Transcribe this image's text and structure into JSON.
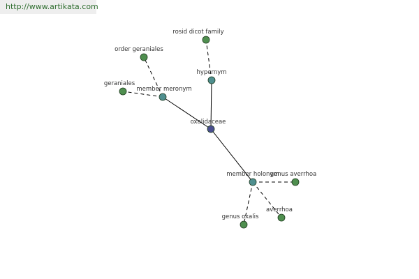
{
  "watermark": {
    "url_text": "http://www.artikata.com"
  },
  "colors": {
    "center_node": "#4a4f8f",
    "relation_node": "#4f8f8f",
    "leaf_node": "#4f8f4f"
  },
  "graph": {
    "center": {
      "id": "oxalidaceae",
      "label": "oxalidaceae",
      "kind": "center"
    },
    "relations": [
      {
        "id": "member-meronym",
        "label": "member meronym",
        "kind": "relation"
      },
      {
        "id": "hypernym",
        "label": "hypernym",
        "kind": "relation"
      },
      {
        "id": "member-holonym",
        "label": "member holonym",
        "kind": "relation"
      }
    ],
    "leaves": [
      {
        "id": "order-geraniales",
        "label": "order geraniales",
        "parent": "member-meronym"
      },
      {
        "id": "geraniales",
        "label": "geraniales",
        "parent": "member-meronym"
      },
      {
        "id": "rosid-dicot-family",
        "label": "rosid dicot family",
        "parent": "hypernym"
      },
      {
        "id": "genus-averrhoa",
        "label": "genus averrhoa",
        "parent": "member-holonym"
      },
      {
        "id": "averrhoa",
        "label": "averrhoa",
        "parent": "member-holonym"
      },
      {
        "id": "genus-oxalis",
        "label": "genus oxalis",
        "parent": "member-holonym"
      }
    ]
  }
}
